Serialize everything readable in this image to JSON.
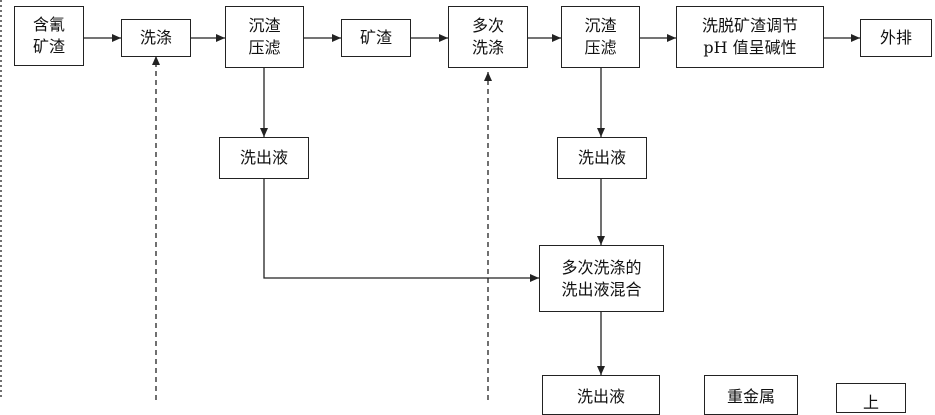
{
  "nodes": {
    "cyanide_slag": "含氰\n矿渣",
    "wash_1": "洗涤",
    "filter_press_1": "沉渣\n压滤",
    "slag": "矿渣",
    "multi_wash": "多次\n洗涤",
    "filter_press_2": "沉渣\n压滤",
    "adjust_ph": "洗脱矿渣调节\npH 值呈碱性",
    "discharge": "外排",
    "eluate_1": "洗出液",
    "eluate_2": "洗出液",
    "mixed_eluate": "多次洗涤的\n洗出液混合",
    "eluate_3": "洗出液",
    "heavy_metal": "重金属",
    "right_box": "上"
  }
}
